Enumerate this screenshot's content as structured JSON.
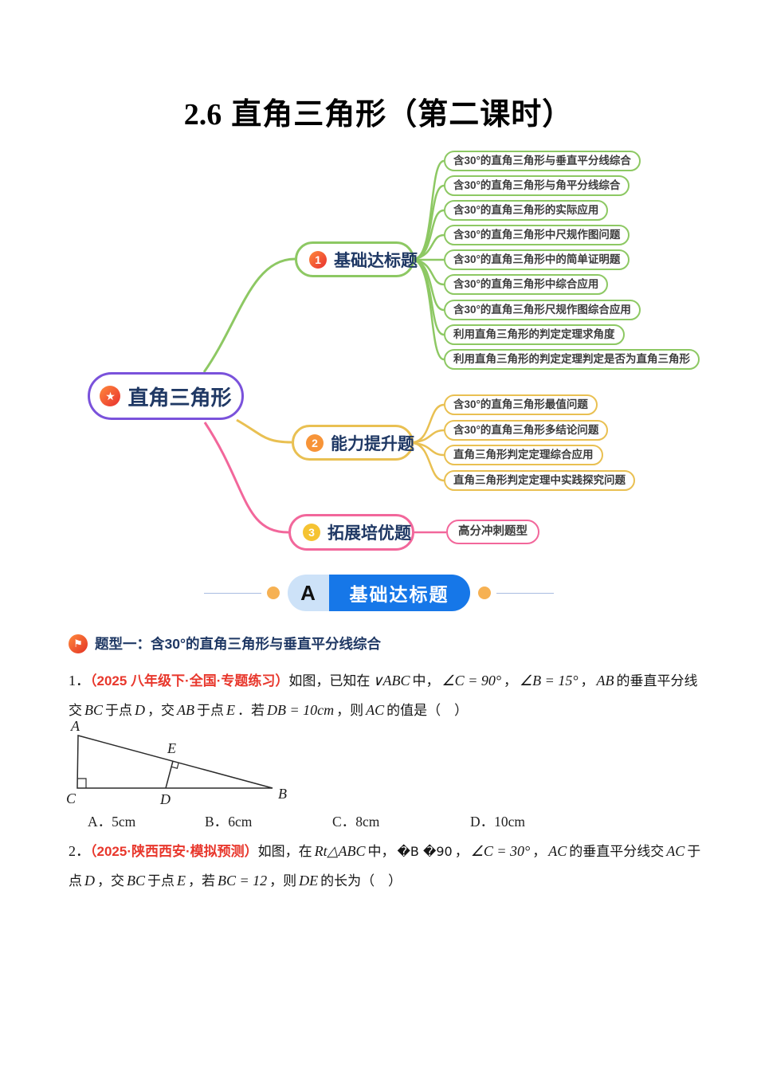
{
  "page": {
    "title_num": "2.6",
    "title_text": "直角三角形（第二课时）"
  },
  "colors": {
    "green": "#8DC863",
    "yellow": "#E9C052",
    "pink": "#F2679B",
    "purple": "#7A52DB",
    "navy_text": "#1F3864",
    "banner_blue": "#1677E8",
    "banner_light_blue": "#CDE2F8",
    "dot_orange": "#F6B153",
    "red_text": "#E8372C"
  },
  "mindmap": {
    "root": {
      "icon": "star-icon",
      "label": "直角三角形"
    },
    "branches": [
      {
        "num": "1",
        "label": "基础达标题",
        "leaves": [
          "含30°的直角三角形与垂直平分线综合",
          "含30°的直角三角形与角平分线综合",
          "含30°的直角三角形的实际应用",
          "含30°的直角三角形中尺规作图问题",
          "含30°的直角三角形中的简单证明题",
          "含30°的直角三角形中综合应用",
          "含30°的直角三角形尺规作图综合应用",
          "利用直角三角形的判定定理求角度",
          "利用直角三角形的判定定理判定是否为直角三角形"
        ]
      },
      {
        "num": "2",
        "label": "能力提升题",
        "leaves": [
          "含30°的直角三角形最值问题",
          "含30°的直角三角形多结论问题",
          "直角三角形判定定理综合应用",
          "直角三角形判定定理中实践探究问题"
        ]
      },
      {
        "num": "3",
        "label": "拓展培优题",
        "leaves": [
          "高分冲刺题型"
        ]
      }
    ]
  },
  "banner": {
    "letter": "A",
    "label": "基础达标题"
  },
  "section": {
    "title": "题型一：含30°的直角三角形与垂直平分线综合"
  },
  "q1": {
    "num": "1．",
    "source": "（2025 八年级下·全国·专题练习）",
    "t1": "如图，已知在",
    "m1": "∨ABC",
    "t2": "中，",
    "m2": "∠C = 90°",
    "t3": "，",
    "m3": "∠B = 15°",
    "t4": "，",
    "m4": "AB",
    "t5": "的垂直平分线交",
    "m5": "BC",
    "t6": "于点",
    "m6": "D",
    "t7": "，交",
    "m7": "AB",
    "t8": "于点",
    "m8": "E",
    "t9": "．若",
    "m9": "DB = 10cm",
    "t10": "，则",
    "m10": "AC",
    "t11": "的值是（　）"
  },
  "q1_options": [
    {
      "label": "A．",
      "value": "5cm"
    },
    {
      "label": "B．",
      "value": "6cm"
    },
    {
      "label": "C．",
      "value": "8cm"
    },
    {
      "label": "D．",
      "value": "10cm"
    }
  ],
  "figure": {
    "labels": {
      "A": "A",
      "B": "B",
      "C": "C",
      "D": "D",
      "E": "E"
    }
  },
  "q2": {
    "num": "2．",
    "source": "（2025·陕西西安·模拟预测）",
    "t1": "如图，在",
    "m1": "Rt△ABC",
    "t2": "中，",
    "m2": "�B �90",
    "t3": "，",
    "m3": "∠C = 30°",
    "t4": "，",
    "m4": "AC",
    "t5": "的垂直平分线交",
    "m5": "AC",
    "t6": "于点",
    "m6": "D",
    "t7": "，交",
    "m7": "BC",
    "t8": "于点",
    "m8": "E",
    "t9": "，若",
    "m9": "BC = 12",
    "t10": "，则",
    "m10": "DE",
    "t11": "的长为（　）"
  }
}
